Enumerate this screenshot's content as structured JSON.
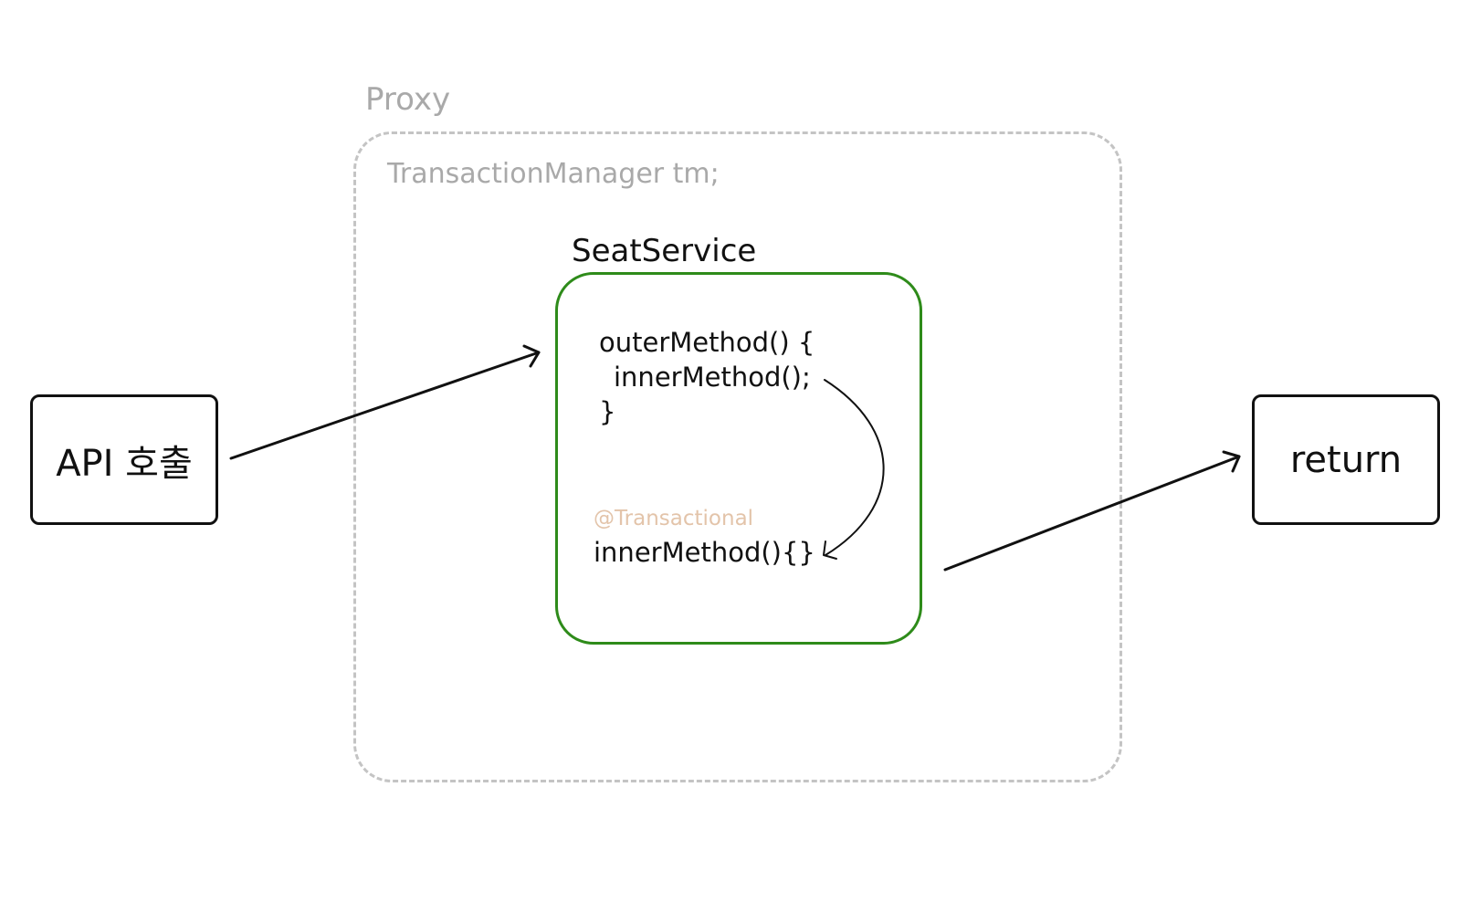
{
  "proxy": {
    "label": "Proxy",
    "field": "TransactionManager tm;"
  },
  "service": {
    "label": "SeatService",
    "code": {
      "outer_sig": "outerMethod() {",
      "inner_call": "innerMethod();",
      "closing": "}",
      "annotation": "@Transactional",
      "inner_def": "innerMethod(){}"
    }
  },
  "nodes": {
    "api_call": "API 호출",
    "return": "return"
  },
  "colors": {
    "proxy_border": "#c4c4c4",
    "proxy_text": "#a9a9a9",
    "service_border": "#2e8b1a",
    "annotation_text": "#e3c4aa",
    "text": "#111111"
  }
}
